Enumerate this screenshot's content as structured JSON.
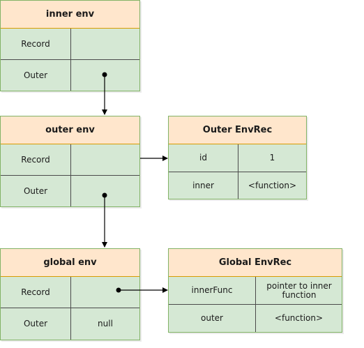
{
  "inner_env": {
    "title": "inner env",
    "rows": [
      "Record",
      "Outer"
    ]
  },
  "outer_env": {
    "title": "outer env",
    "rows": [
      "Record",
      "Outer"
    ]
  },
  "global_env": {
    "title": "global env",
    "rows": [
      "Record",
      "Outer"
    ],
    "outer_value": "null"
  },
  "outer_envrec": {
    "title": "Outer EnvRec",
    "rows": [
      {
        "key": "id",
        "value": "1"
      },
      {
        "key": "inner",
        "value": "<function>"
      }
    ]
  },
  "global_envrec": {
    "title": "Global EnvRec",
    "rows": [
      {
        "key": "innerFunc",
        "value": "pointer to inner function"
      },
      {
        "key": "outer",
        "value": "<function>"
      }
    ]
  },
  "colors": {
    "header_fill": "#ffe6cc",
    "header_stroke": "#d79b00",
    "body_fill": "#d5e8d4",
    "body_stroke": "#82b366",
    "arrow": "#000000"
  }
}
